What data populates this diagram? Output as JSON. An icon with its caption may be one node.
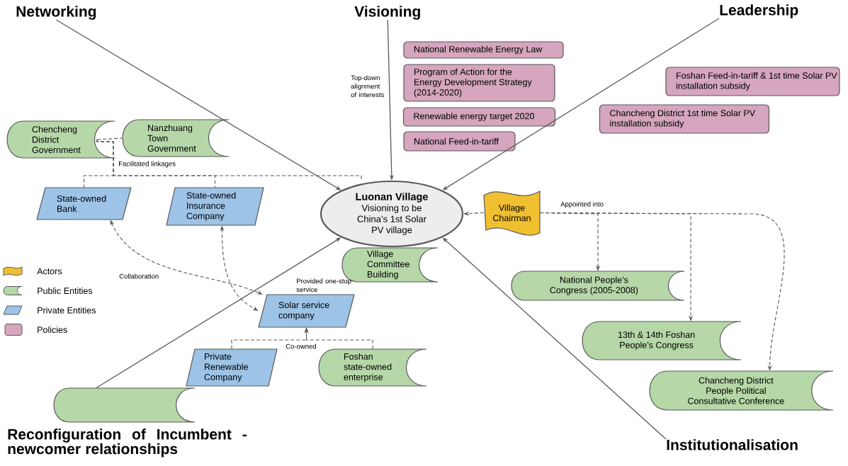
{
  "diagram": {
    "nodes": [
      {
        "text": [
          "Networking"
        ]
      },
      {
        "text": [
          "Visioning"
        ]
      },
      {
        "text": [
          "Leadership"
        ]
      },
      {
        "text": [
          "Institutionalisation"
        ]
      },
      {
        "text": [
          "Luonan Village",
          "Visioning to be China’s 1st Solar PV village"
        ]
      },
      {
        "text": [
          "National Renewable Energy Law"
        ]
      },
      {
        "text": [
          "Program of Action for the Energy Development Strategy (2014-2020)"
        ]
      },
      {
        "text": [
          "Renewable energy target 2020"
        ]
      },
      {
        "text": [
          "National Feed-in-tariff"
        ]
      },
      {
        "text": [
          "Foshan Feed-in-tariff & 1st time Solar PV installation subsidy"
        ]
      },
      {
        "text": [
          "Chancheng District 1st time Solar PV installation subsidy"
        ]
      },
      {
        "text": [
          "Chencheng District Government"
        ]
      },
      {
        "text": [
          "Nanzhuang Town Government"
        ]
      },
      {
        "text": [
          "State-owned Bank"
        ]
      },
      {
        "text": [
          "State-owned Insurance Company"
        ]
      },
      {
        "text": [
          "Village Chairman"
        ]
      },
      {
        "text": [
          "Village Committee Building"
        ]
      },
      {
        "text": [
          "National People’s Congress (2005-2008)"
        ]
      },
      {
        "text": [
          "13th & 14th Foshan People’s Congress"
        ]
      },
      {
        "text": [
          "Chancheng District People Political Consultative Conference"
        ]
      },
      {
        "text": [
          "Solar service company"
        ]
      },
      {
        "text": [
          "Private Renewable Company"
        ]
      },
      {
        "text": [
          "Foshan state-owned enterprise"
        ]
      },
      {
        "text": [],
        "shape": "box"
      }
    ],
    "edges": [
      {
        "from": 0,
        "to": 4,
        "arrow": "to"
      },
      {
        "from": 1,
        "to": 4,
        "arrow": "to",
        "label": "Top-down alignment of interests"
      },
      {
        "from": 2,
        "to": 4,
        "arrow": "to"
      },
      {
        "from": 23,
        "to": 4,
        "arrow": "to"
      },
      {
        "from": 3,
        "to": 4,
        "arrow": "to"
      },
      {
        "from": 15,
        "to": 4,
        "arrow": "to",
        "style": "dashed"
      },
      {
        "from": 15,
        "to": 17,
        "arrow": "to",
        "style": "dashed",
        "label": "Appointed into"
      },
      {
        "from": 15,
        "to": 18,
        "arrow": "to",
        "style": "dashed"
      },
      {
        "from": 15,
        "to": 19,
        "arrow": "to",
        "style": "dashed"
      },
      {
        "from": 11,
        "to": 12,
        "arrow": "none",
        "style": "dashed"
      },
      {
        "from": 11,
        "to": 13,
        "arrow": "none",
        "style": "dashed",
        "label": "Facilitated linkages"
      },
      {
        "from": 11,
        "to": 14,
        "arrow": "none",
        "style": "dashed"
      },
      {
        "from": 11,
        "to": 4,
        "arrow": "none",
        "style": "dashed"
      },
      {
        "from": 13,
        "to": 20,
        "arrow": "both",
        "style": "dashed",
        "label": "Collaboration"
      },
      {
        "from": 14,
        "to": 20,
        "arrow": "both",
        "style": "dashed"
      },
      {
        "from": 21,
        "to": 20,
        "arrow": "to",
        "style": "dashed",
        "label": "Co-owned"
      },
      {
        "from": 22,
        "to": 20,
        "arrow": "to",
        "style": "dashed"
      }
    ],
    "labels": [
      "Reconfiguration of Incumbent - newcomer relationships",
      "Provided one-stop service"
    ],
    "legend": [
      {
        "text": "Actors",
        "color": "#f0c030"
      },
      {
        "text": "Public Entities",
        "color": "#b6d7a8"
      },
      {
        "text": "Private Entities",
        "color": "#9dc3e6"
      },
      {
        "text": "Policies",
        "color": "#d5a6bd"
      }
    ]
  }
}
